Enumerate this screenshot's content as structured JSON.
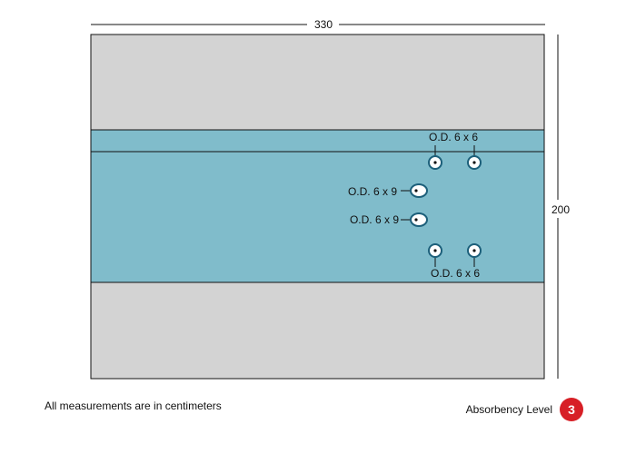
{
  "dimensions": {
    "width_label": "330",
    "height_label": "200"
  },
  "colors": {
    "outer_fill": "#d3d3d3",
    "core_fill": "#80bccb",
    "hole_stroke": "#1c5f7a",
    "badge": "#d71f26"
  },
  "holes": [
    {
      "label": "O.D. 6 x 6"
    },
    {
      "label": "O.D. 6 x 9"
    },
    {
      "label": "O.D. 6 x 9"
    },
    {
      "label": "O.D. 6 x 6"
    }
  ],
  "footer": {
    "note": "All measurements are in centimeters",
    "absorbency_label": "Absorbency Level",
    "absorbency_value": "3"
  }
}
